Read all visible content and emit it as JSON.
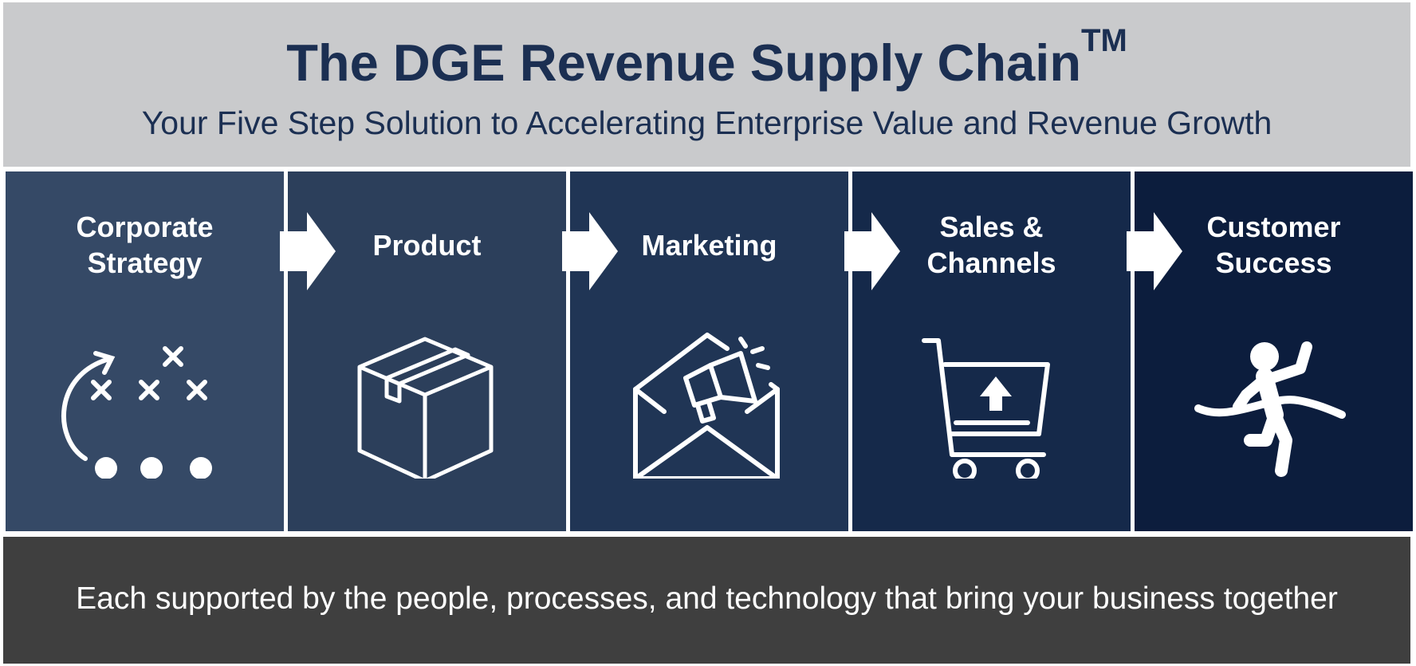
{
  "header": {
    "title": "The DGE Revenue Supply Chain",
    "title_mark": "TM",
    "subtitle": "Your Five Step Solution to Accelerating Enterprise Value and Revenue Growth"
  },
  "steps": [
    {
      "label": "Corporate\nStrategy",
      "icon": "strategy-playbook-icon",
      "color": "#354966"
    },
    {
      "label": "Product",
      "icon": "package-box-icon",
      "color": "#2c3f5b"
    },
    {
      "label": "Marketing",
      "icon": "email-megaphone-icon",
      "color": "#203555"
    },
    {
      "label": "Sales &\nChannels",
      "icon": "shopping-cart-icon",
      "color": "#15294a"
    },
    {
      "label": "Customer\nSuccess",
      "icon": "finish-line-runner-icon",
      "color": "#0c1d3d"
    }
  ],
  "footer": {
    "text": "Each supported by the people, processes, and technology that bring your business together"
  },
  "colors": {
    "header_bg": "#c9cacc",
    "title": "#1b2f52",
    "footer_bg": "#3f3f3f"
  }
}
